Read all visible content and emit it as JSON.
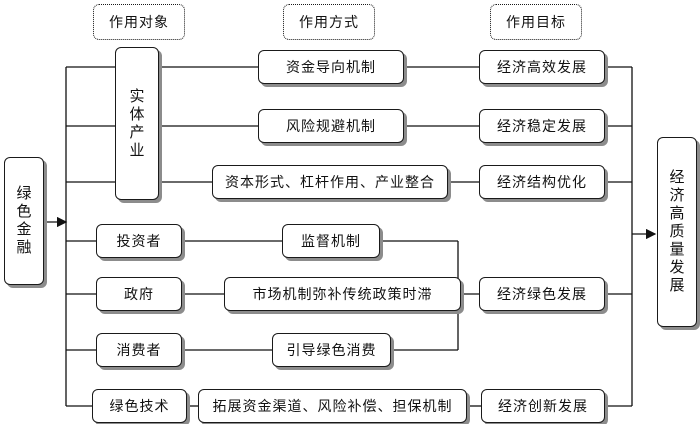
{
  "headers": {
    "target": "作用对象",
    "method": "作用方式",
    "goal": "作用目标"
  },
  "source": "绿色金融",
  "result": "经济高质量发展",
  "targets": {
    "real_industry": "实体产业",
    "investor": "投资者",
    "government": "政府",
    "consumer": "消费者",
    "green_tech": "绿色技术"
  },
  "methods": {
    "capital_guide": "资金导向机制",
    "risk_avoid": "风险规避机制",
    "capital_leverage": "资本形式、杠杆作用、产业整合",
    "supervision": "监督机制",
    "market_complement": "市场机制弥补传统政策时滞",
    "green_consumption": "引导绿色消费",
    "channel_expand": "拓展资金渠道、风险补偿、担保机制"
  },
  "goals": {
    "efficient": "经济高效发展",
    "stable": "经济稳定发展",
    "structure": "经济结构优化",
    "green": "经济绿色发展",
    "innovation": "经济创新发展"
  }
}
